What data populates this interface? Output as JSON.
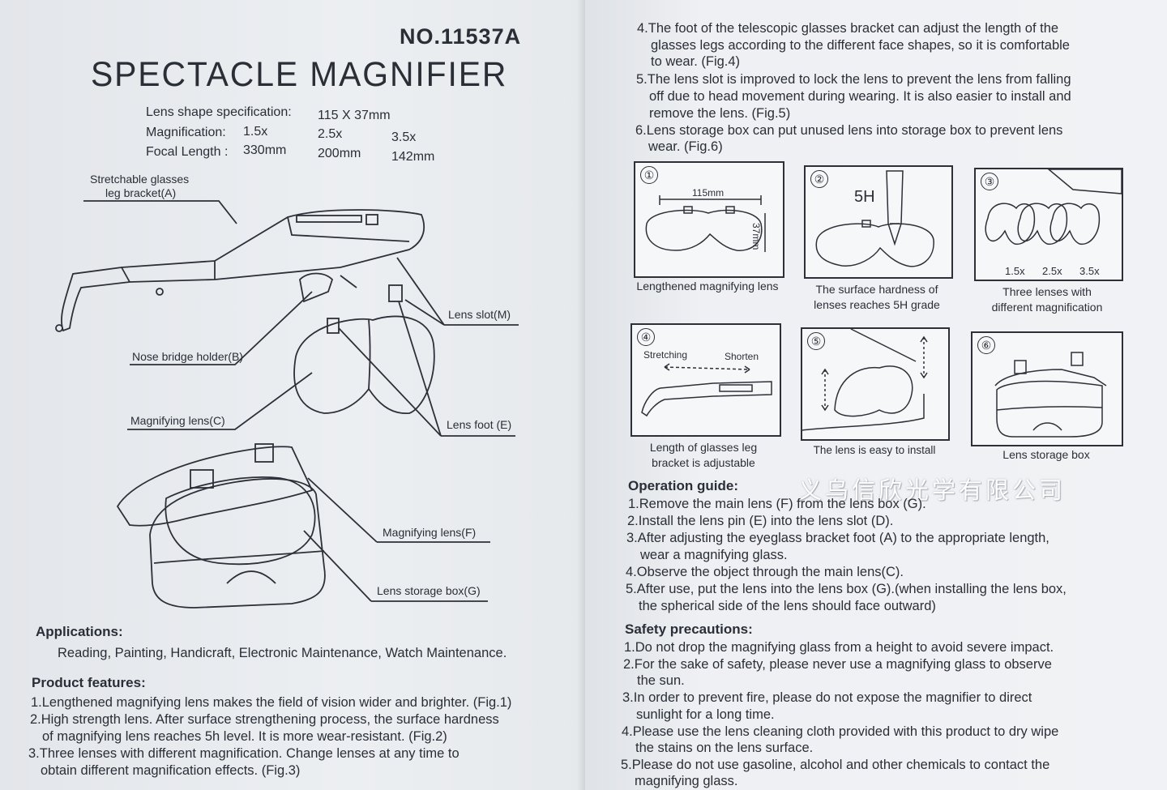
{
  "left": {
    "model_no": "NO.11537A",
    "title": "SPECTACLE  MAGNIFIER",
    "specs": {
      "lens_shape_label": "Lens shape specification:",
      "lens_shape_value": "115 X 37mm",
      "magnification_label": "Magnification:",
      "magnification_values": [
        "1.5x",
        "2.5x",
        "3.5x"
      ],
      "focal_label": "Focal Length :",
      "focal_values": [
        "330mm",
        "200mm",
        "142mm"
      ]
    },
    "labels": {
      "stretchable_1": "Stretchable glasses",
      "stretchable_2": "leg bracket(A)",
      "nose_bridge": "Nose bridge holder(B)",
      "magnifying_lens_c": "Magnifying lens(C)",
      "lens_slot": "Lens slot(M)",
      "lens_foot": "Lens foot (E)",
      "magnifying_lens_f": "Magnifying lens(F)",
      "storage_box_g": "Lens storage box(G)"
    },
    "applications": {
      "heading": "Applications:",
      "text": "Reading, Painting, Handicraft, Electronic Maintenance, Watch Maintenance."
    },
    "features": {
      "heading": "Product features:",
      "lines": [
        "1.Lengthened magnifying lens makes the field of vision wider and brighter. (Fig.1)",
        "2.High strength lens. After surface strengthening process, the surface hardness",
        "of magnifying lens reaches 5h level. It is more wear-resistant. (Fig.2)",
        "3.Three lenses with different magnification. Change lenses at any time to",
        "obtain different magnification effects. (Fig.3)"
      ]
    }
  },
  "right": {
    "top_lines": [
      "4.The foot of the telescopic glasses bracket can adjust the length of the",
      "glasses  legs according to the different face shapes, so it is comfortable",
      "to wear. (Fig.4)",
      "5.The lens slot is improved to lock the lens to prevent the lens from falling",
      "off due to head movement during wearing. It is also easier to install and",
      "remove the lens. (Fig.5)",
      "6.Lens storage box can put unused lens into storage box to prevent lens",
      "wear. (Fig.6)"
    ],
    "figures": [
      {
        "num": "①",
        "caption1": "Lengthened magnifying lens",
        "caption2": "",
        "dim_w": "115mm",
        "dim_h": "37mm"
      },
      {
        "num": "②",
        "caption1": "The surface hardness of",
        "caption2": "lenses reaches 5H grade",
        "grade": "5H"
      },
      {
        "num": "③",
        "caption1": "Three lenses with",
        "caption2": "different magnification",
        "mags": [
          "1.5x",
          "2.5x",
          "3.5x"
        ]
      },
      {
        "num": "④",
        "caption1": "Length of glasses leg",
        "caption2": "bracket is adjustable",
        "stretch": "Stretching",
        "shorten": "Shorten"
      },
      {
        "num": "⑤",
        "caption1": "The lens is easy to install",
        "caption2": ""
      },
      {
        "num": "⑥",
        "caption1": "Lens storage box",
        "caption2": ""
      }
    ],
    "watermark": "义乌信欣光学有限公司",
    "operation": {
      "heading": "Operation guide:",
      "lines": [
        "1.Remove the main lens (F) from the lens box (G).",
        "2.Install the lens pin (E) into the lens slot (D).",
        "3.After adjusting the eyeglass bracket foot (A) to the appropriate length,",
        "wear a magnifying glass.",
        "4.Observe the object through the main lens(C).",
        "5.After use, put the lens into the lens box (G).(when installing the lens box,",
        "the spherical side of the lens should face outward)"
      ]
    },
    "safety": {
      "heading": "Safety precautions:",
      "lines": [
        "1.Do not drop the magnifying glass from a height to avoid severe impact.",
        "2.For the sake of safety, please never use a magnifying glass to observe",
        "the sun.",
        "3.In order to prevent fire, please do not expose the magnifier to direct",
        "sunlight for a long time.",
        "4.Please use the lens cleaning cloth provided with this product to dry wipe",
        "the stains on the lens surface.",
        "5.Please do not use gasoline, alcohol and other chemicals to contact the",
        "magnifying glass."
      ]
    }
  }
}
